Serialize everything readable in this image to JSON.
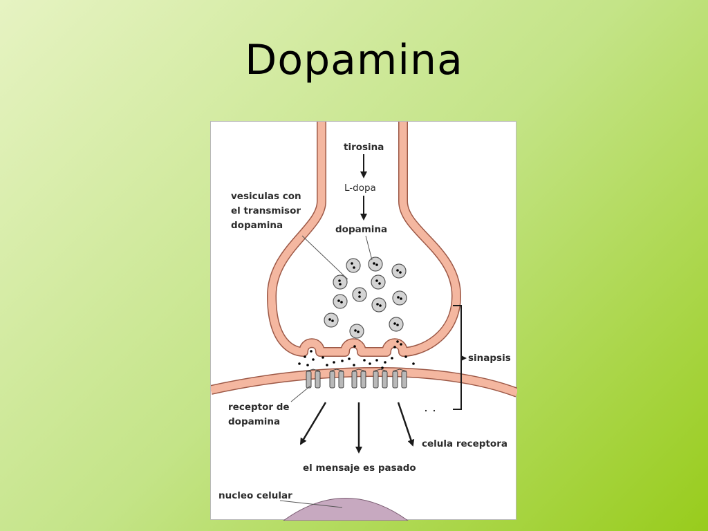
{
  "slide": {
    "title": "Dopamina"
  },
  "diagram": {
    "labels": {
      "tirosina": "tirosina",
      "ldopa": "L-dopa",
      "dopamina": "dopamina",
      "vesiculas_1": "vesiculas con",
      "vesiculas_2": "el transmisor",
      "vesiculas_3": "dopamina",
      "sinapsis": "sinapsis",
      "receptor_1": "receptor de",
      "receptor_2": "dopamina",
      "celula_receptora": "celula receptora",
      "mensaje": "el mensaje es pasado",
      "nucleo": "nucleo celular"
    },
    "colors": {
      "membrane_fill": "#f4b7a0",
      "membrane_stroke": "#9c5846",
      "receptor_fill": "#b9b9b9",
      "nucleus_fill": "#c7a9c0",
      "vesicle_fill": "#d4d4d4"
    }
  }
}
